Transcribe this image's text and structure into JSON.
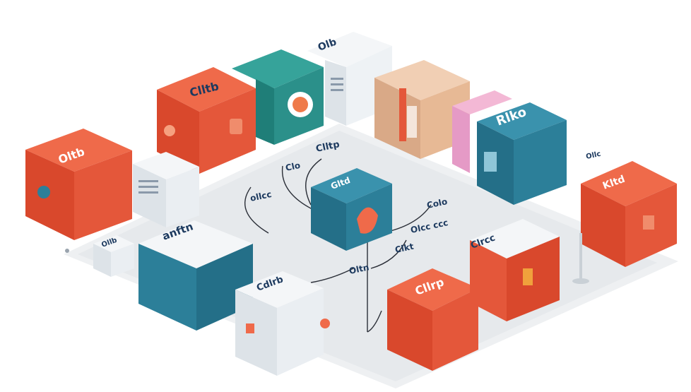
{
  "colors": {
    "background": "#ffffff",
    "floor": "#eef0f2",
    "orange_top": "#ef6a4a",
    "orange_left": "#d9482c",
    "orange_right": "#e4573a",
    "teal_top": "#3a92ad",
    "teal_left": "#246f88",
    "teal_right": "#2c7f99",
    "green_top": "#36a39a",
    "green_left": "#1f7e78",
    "white_top": "#f4f6f8",
    "white_side": "#dde3e8",
    "beige_top": "#f1cfb4",
    "beige_side": "#d9a987",
    "pink_side": "#e59ac6",
    "ink": "#1d3a5f",
    "line": "#2b2f38"
  },
  "labels": {
    "box_back_left": "Clltb",
    "box_left": "Oltb",
    "box_right_blue": "Rlko",
    "box_right": "Kltd",
    "box_front_teal": "anftn",
    "box_front_white": "Cdlrb",
    "box_front_orange": "Cllrp",
    "box_front_right": "Clrcc",
    "callout_1": "Clltp",
    "callout_2": "Clo",
    "callout_3": "ollcc",
    "callout_4": "Colo",
    "callout_5": "Olcc ccc",
    "callout_6": "Clkt",
    "callout_7": "Oltn",
    "callout_8": "Ollc",
    "center_box": "Gltd",
    "small_box": "Ollb"
  }
}
